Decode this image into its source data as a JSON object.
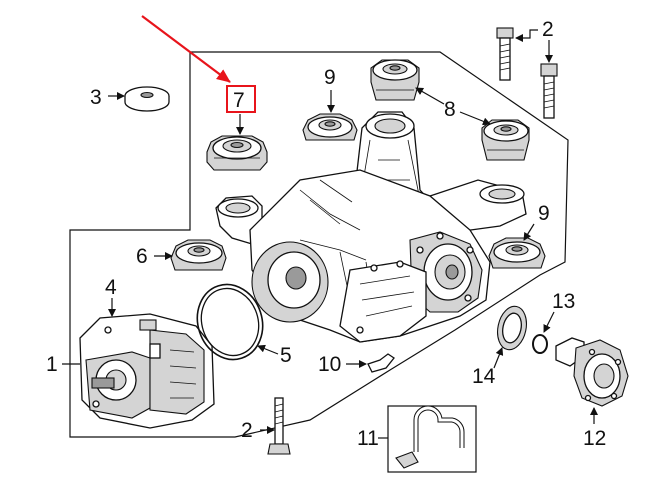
{
  "callouts": {
    "c1": "1",
    "c2a": "2",
    "c2b": "2",
    "c3": "3",
    "c4": "4",
    "c5": "5",
    "c6": "6",
    "c7": "7",
    "c8": "8",
    "c9a": "9",
    "c9b": "9",
    "c10": "10",
    "c11": "11",
    "c12": "12",
    "c13": "13",
    "c14": "14"
  },
  "colors": {
    "highlight": "#e8141b",
    "line": "#111111"
  },
  "highlighted_part": "7"
}
